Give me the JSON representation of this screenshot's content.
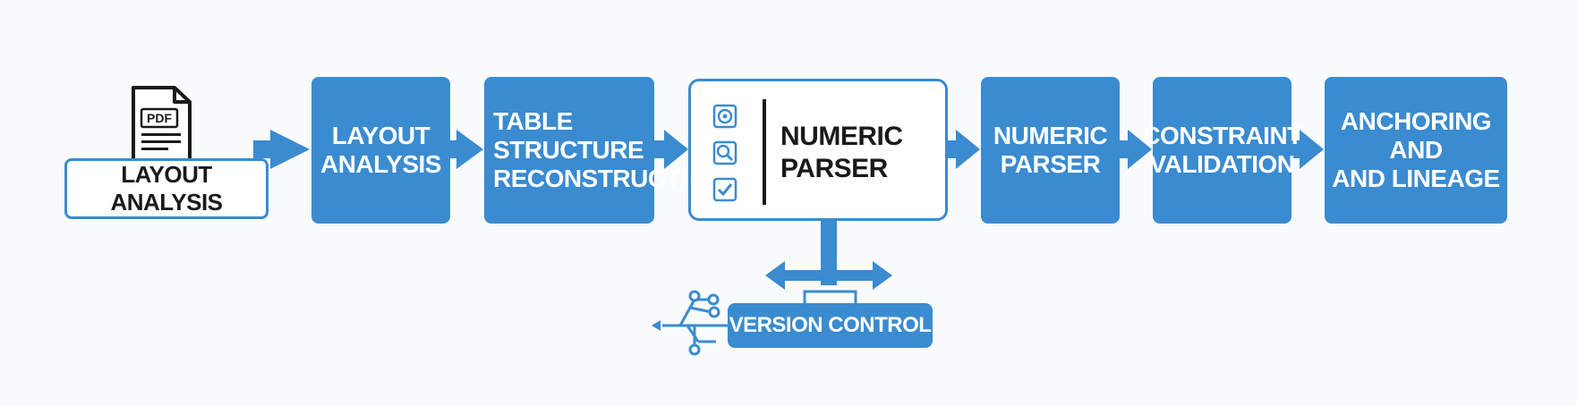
{
  "diagram": {
    "input": {
      "label": "LAYOUT ANALYSIS",
      "icon": "pdf-document-icon",
      "icon_text": "PDF"
    },
    "steps": [
      {
        "id": "layout-analysis",
        "label": "LAYOUT\nANALYSIS"
      },
      {
        "id": "table-structure",
        "label": "TABLE\nSTRUCTURE\nRECONSTRUCTION"
      },
      {
        "id": "numeric-parser-1",
        "label": "NUMERIC\nPARSER",
        "icons": [
          "settings-icon",
          "search-icon",
          "checkbox-icon"
        ]
      },
      {
        "id": "numeric-parser-2",
        "label": "NUMERIC\nPARSER"
      },
      {
        "id": "constraint-validation",
        "label": "CONSTRAINT\nVALIDATION"
      },
      {
        "id": "anchoring-lineage",
        "label": "ANCHORING AND\nAND LINEAGE"
      }
    ],
    "version_control": {
      "label": "VERSION CONTROL",
      "icon": "branching-network-icon"
    },
    "colors": {
      "accent": "#3a8bd0",
      "dark": "#1a1a1a",
      "background": "#fafbfc"
    }
  }
}
